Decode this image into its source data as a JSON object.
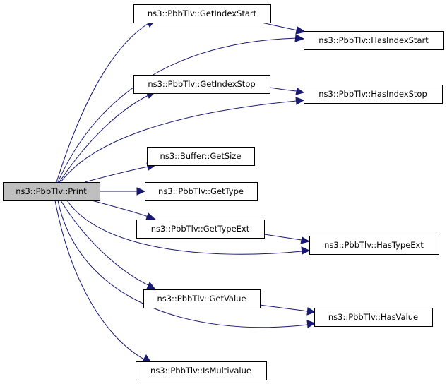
{
  "graph": {
    "root": {
      "id": "print",
      "label": "ns3::PbbTlv::Print",
      "highlighted": true
    },
    "nodes": [
      {
        "id": "get_index_start",
        "label": "ns3::PbbTlv::GetIndexStart"
      },
      {
        "id": "has_index_start",
        "label": "ns3::PbbTlv::HasIndexStart"
      },
      {
        "id": "get_index_stop",
        "label": "ns3::PbbTlv::GetIndexStop"
      },
      {
        "id": "has_index_stop",
        "label": "ns3::PbbTlv::HasIndexStop"
      },
      {
        "id": "buffer_get_size",
        "label": "ns3::Buffer::GetSize"
      },
      {
        "id": "get_type",
        "label": "ns3::PbbTlv::GetType"
      },
      {
        "id": "get_type_ext",
        "label": "ns3::PbbTlv::GetTypeExt"
      },
      {
        "id": "has_type_ext",
        "label": "ns3::PbbTlv::HasTypeExt"
      },
      {
        "id": "get_value",
        "label": "ns3::PbbTlv::GetValue"
      },
      {
        "id": "has_value",
        "label": "ns3::PbbTlv::HasValue"
      },
      {
        "id": "is_multivalue",
        "label": "ns3::PbbTlv::IsMultivalue"
      }
    ],
    "edges": [
      {
        "from": "print",
        "to": "get_index_start"
      },
      {
        "from": "print",
        "to": "has_index_start"
      },
      {
        "from": "print",
        "to": "get_index_stop"
      },
      {
        "from": "print",
        "to": "has_index_stop"
      },
      {
        "from": "print",
        "to": "buffer_get_size"
      },
      {
        "from": "print",
        "to": "get_type"
      },
      {
        "from": "print",
        "to": "get_type_ext"
      },
      {
        "from": "print",
        "to": "has_type_ext"
      },
      {
        "from": "print",
        "to": "get_value"
      },
      {
        "from": "print",
        "to": "has_value"
      },
      {
        "from": "print",
        "to": "is_multivalue"
      },
      {
        "from": "get_index_start",
        "to": "has_index_start"
      },
      {
        "from": "get_index_stop",
        "to": "has_index_stop"
      },
      {
        "from": "get_type_ext",
        "to": "has_type_ext"
      },
      {
        "from": "get_value",
        "to": "has_value"
      }
    ],
    "colors": {
      "edge": "#191970",
      "node_fill": "#ffffff",
      "root_fill": "#bfbfbf",
      "border": "#000000"
    }
  }
}
